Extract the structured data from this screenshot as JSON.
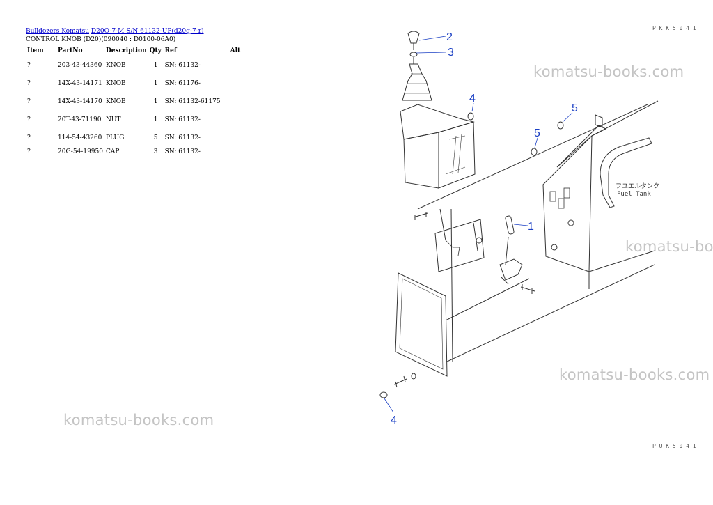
{
  "breadcrumb": {
    "link1": "Bulldozers Komatsu",
    "link2": "D20Q-7-M S/N 61132-UP(d20q-7-r)"
  },
  "subtitle": "CONTROL KNOB (D20)(090040 : D0100-06A0)",
  "table": {
    "headers": [
      "Item",
      "PartNo",
      "Description",
      "Qty",
      "Ref",
      "Alt"
    ],
    "rows": [
      {
        "item": "?",
        "part": "203-43-44360",
        "desc": "KNOB",
        "qty": "1",
        "ref": "SN: 61132-",
        "alt": ""
      },
      {
        "item": "?",
        "part": "14X-43-14171",
        "desc": "KNOB",
        "qty": "1",
        "ref": "SN: 61176-",
        "alt": ""
      },
      {
        "item": "?",
        "part": "14X-43-14170",
        "desc": "KNOB",
        "qty": "1",
        "ref": "SN: 61132-61175",
        "alt": ""
      },
      {
        "item": "?",
        "part": "20T-43-71190",
        "desc": "NUT",
        "qty": "1",
        "ref": "SN: 61132-",
        "alt": ""
      },
      {
        "item": "?",
        "part": "114-54-43260",
        "desc": "PLUG",
        "qty": "5",
        "ref": "SN: 61132-",
        "alt": ""
      },
      {
        "item": "?",
        "part": "20G-54-19950",
        "desc": "CAP",
        "qty": "3",
        "ref": "SN: 61132-",
        "alt": ""
      }
    ]
  },
  "watermark": "komatsu-books.com",
  "diagram": {
    "callouts": [
      "2",
      "3",
      "4",
      "5",
      "5",
      "1",
      "4"
    ],
    "fuel_tank_jp": "フユエルタンク",
    "fuel_tank_en": "Fuel Tank",
    "code_top": "P K K 5 0 4 1",
    "code_bottom": "P U K 5 0 4 1",
    "line_color": "#333333",
    "callout_color": "#1a3fc4"
  }
}
